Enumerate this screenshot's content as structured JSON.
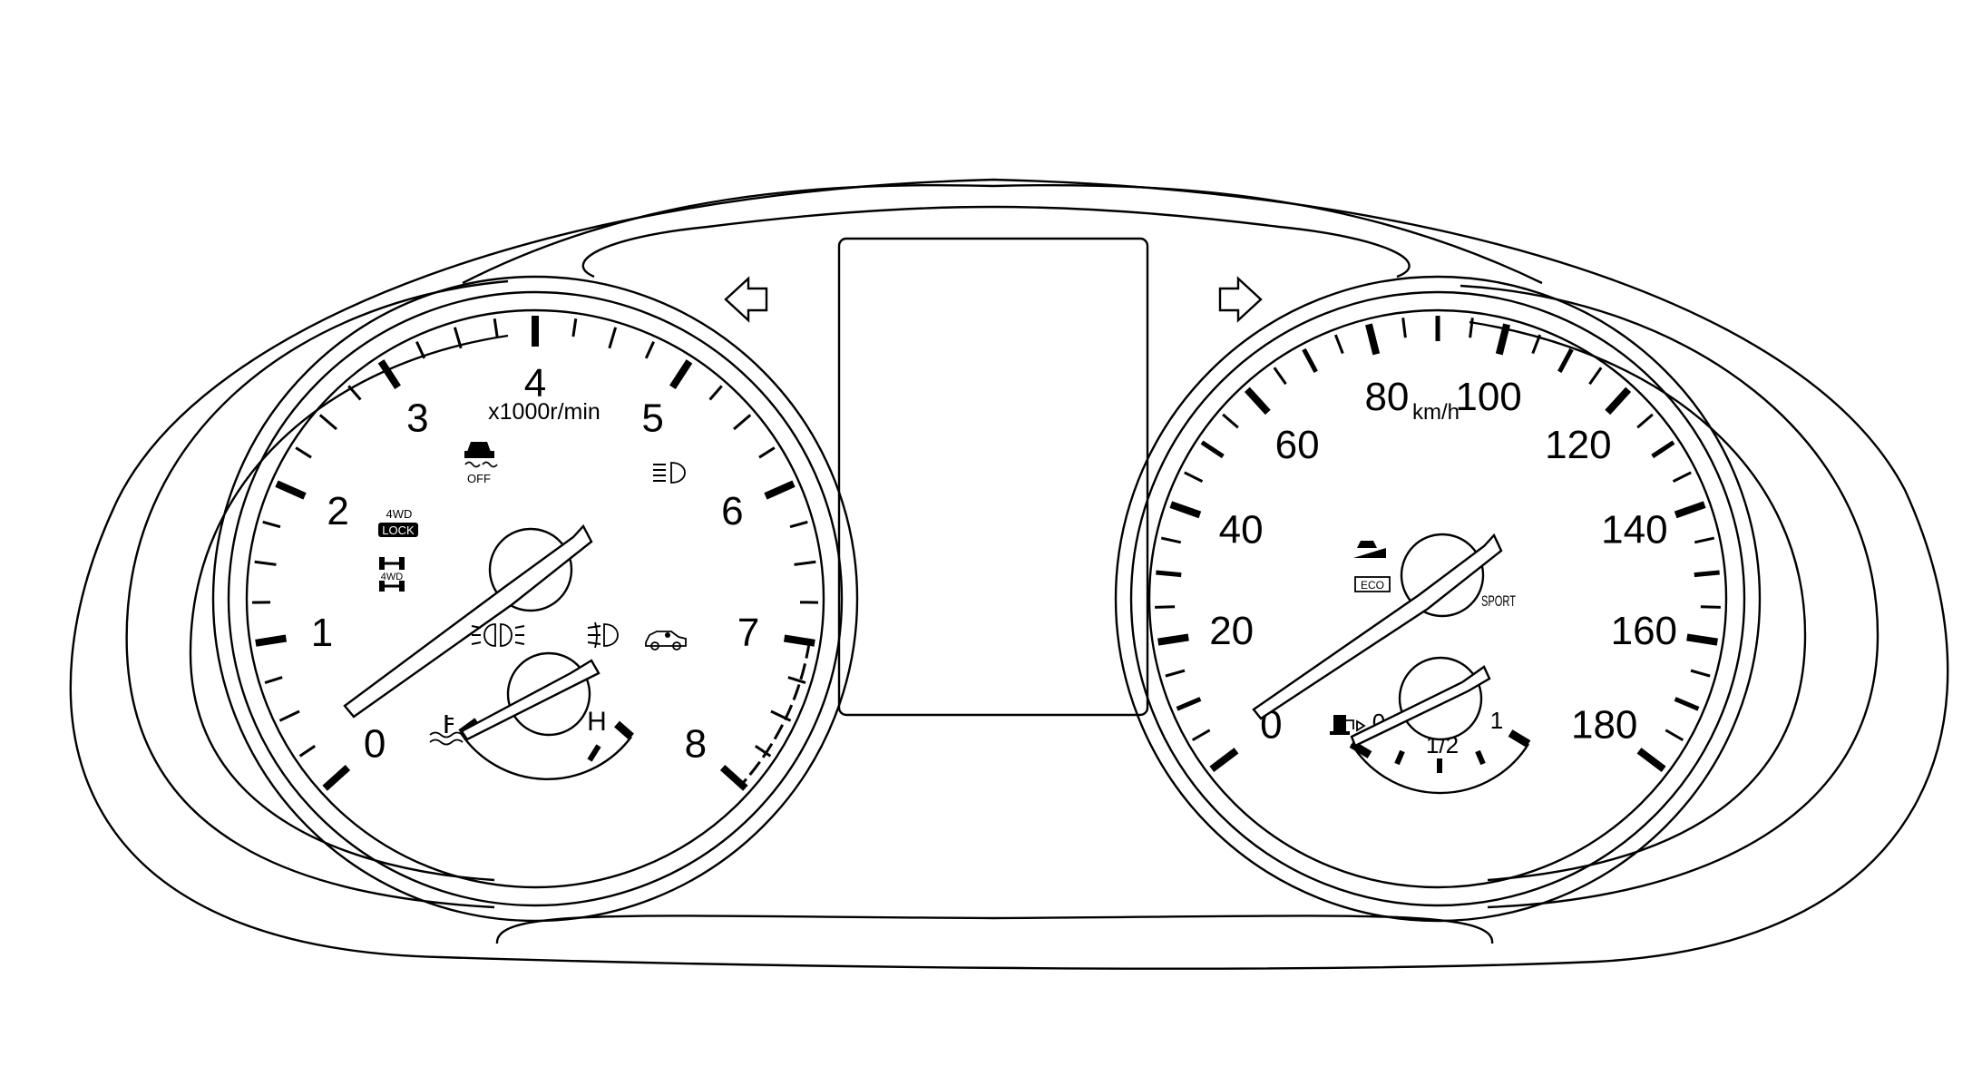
{
  "tachometer": {
    "unit_label": "x1000r/min",
    "scale_labels": [
      "0",
      "1",
      "2",
      "3",
      "4",
      "5",
      "6",
      "7",
      "8"
    ],
    "redline_start": 7
  },
  "temperature_gauge": {
    "hot_label": "H"
  },
  "speedometer": {
    "unit_label": "km/h",
    "scale_labels": [
      "0",
      "20",
      "40",
      "60",
      "80",
      "100",
      "120",
      "140",
      "160",
      "180"
    ]
  },
  "fuel_gauge": {
    "scale_labels": [
      "0",
      "1/2",
      "1"
    ]
  },
  "indicators": {
    "traction_off_text": "OFF",
    "four_wd_lock_top": "4WD",
    "four_wd_lock_badge": "LOCK",
    "four_wd_small": "4WD",
    "eco_label": "ECO",
    "sport_label": "SPORT"
  }
}
